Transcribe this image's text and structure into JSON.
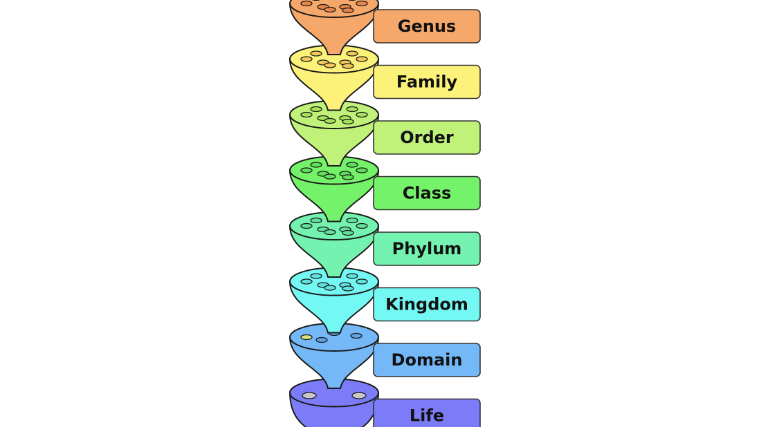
{
  "ranks": [
    {
      "label": "Genus",
      "fill": "#f6a86a",
      "dot": "#e8854a"
    },
    {
      "label": "Family",
      "fill": "#fcf27a",
      "dot": "#f2c95a"
    },
    {
      "label": "Order",
      "fill": "#c0f27a",
      "dot": "#a6e25a"
    },
    {
      "label": "Class",
      "fill": "#74f26a",
      "dot": "#60e05a"
    },
    {
      "label": "Phylum",
      "fill": "#74f2b0",
      "dot": "#60e09a"
    },
    {
      "label": "Kingdom",
      "fill": "#74f8f4",
      "dot": "#60e2de"
    },
    {
      "label": "Domain",
      "fill": "#74b8f8",
      "dot": "#60a2e8"
    },
    {
      "label": "Life",
      "fill": "#7c7cf8",
      "dot": "#c8c8c8"
    }
  ]
}
